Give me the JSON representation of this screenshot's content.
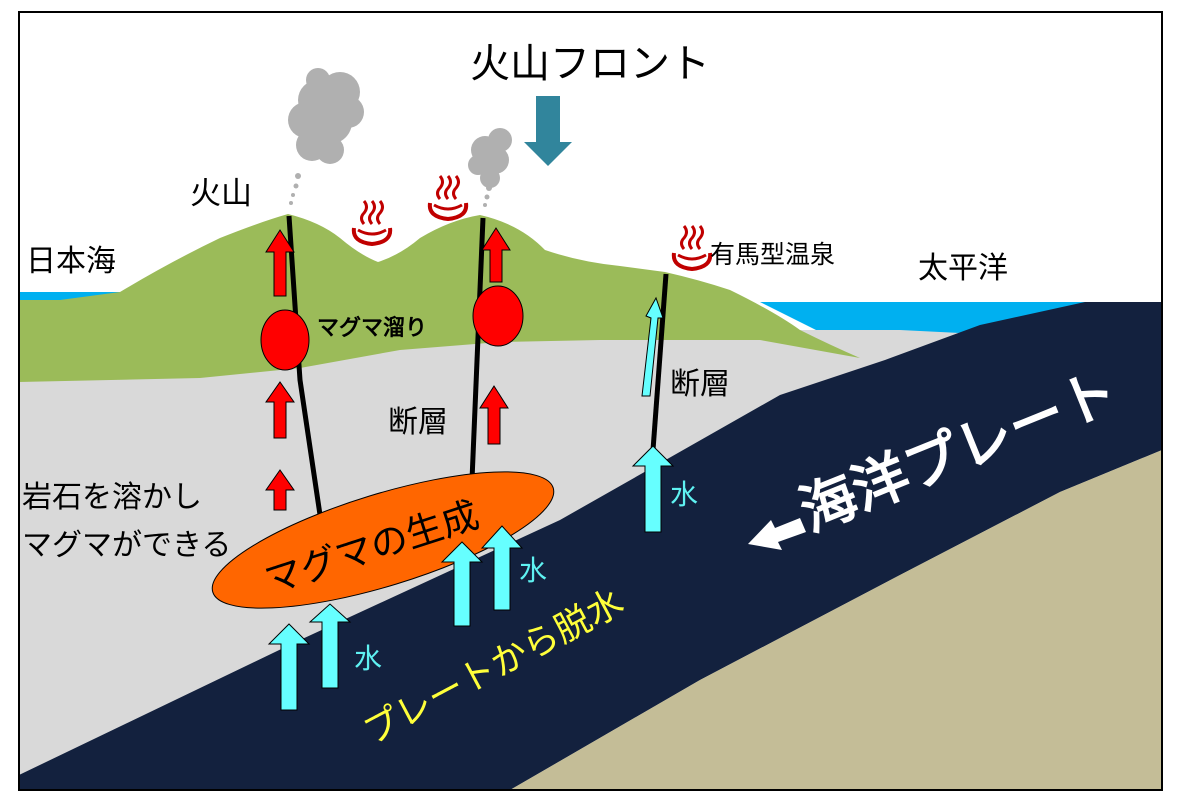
{
  "labels": {
    "volcanic_front": "火山フロント",
    "volcano": "火山",
    "sea_of_japan": "日本海",
    "pacific_ocean": "太平洋",
    "arima_hot_spring": "有馬型温泉",
    "magma_chamber": "マグマ溜り",
    "fault_center": "断層",
    "fault_right": "断層",
    "rock_melting_line1": "岩石を溶かし",
    "rock_melting_line2": "マグマができる",
    "magma_generation": "マグマの生成",
    "oceanic_plate": "海洋プレート",
    "plate_dehydration": "プレートから脱水",
    "water_1": "水",
    "water_2": "水",
    "water_3": "水"
  },
  "colors": {
    "land": "#9bbb59",
    "crust": "#d9d9d9",
    "sea": "#00b0f0",
    "plate": "#13213e",
    "mantle": "#c4bd97",
    "magma_chamber": "#ff0000",
    "magma_zone": "#ff6600",
    "water_arrow": "#66ffff",
    "magma_arrow": "#ff0000",
    "front_arrow": "#31859c",
    "smoke": "#b0b0b0",
    "hot_spring": "#c00000",
    "plate_label": "#ffffff",
    "dehydration_label": "#ffff3a"
  },
  "icons": {
    "hot_spring": "hot-spring-icon",
    "smoke": "smoke-cloud-icon"
  }
}
